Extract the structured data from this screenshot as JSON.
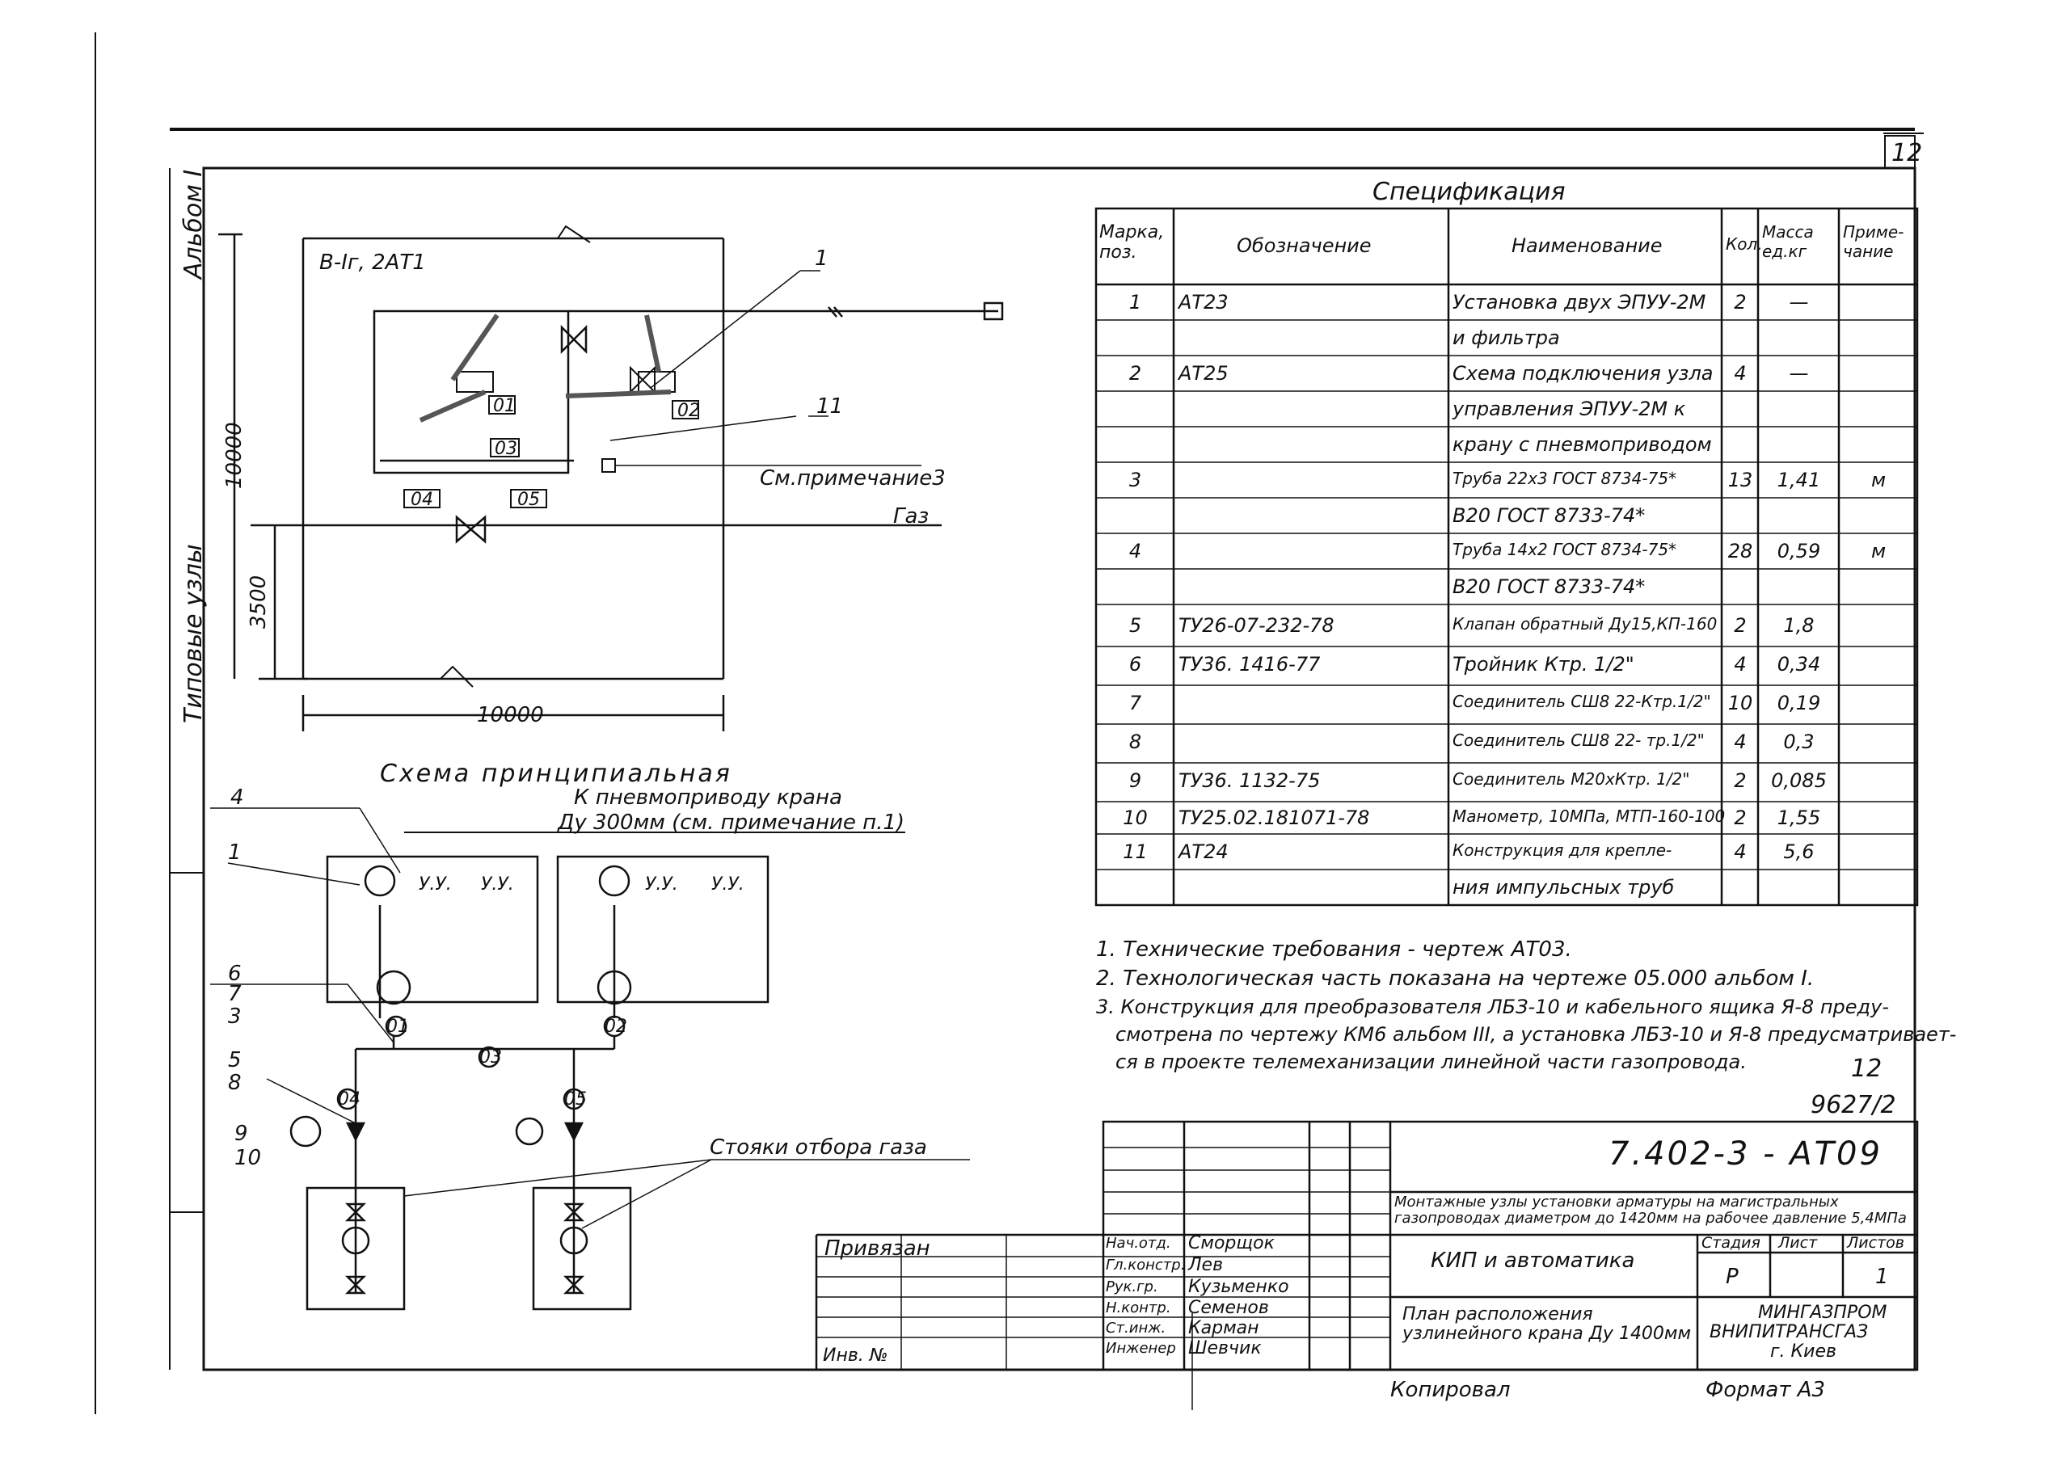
{
  "sheet_number": "12",
  "album_label": "Альбом I",
  "side_label": "Типовые узлы",
  "plan": {
    "label": "В-Iг, 2АТ1",
    "dim_vertical_total": "10000",
    "dim_vertical_part": "3500",
    "dim_horizontal": "10000",
    "callout_1": "1",
    "callout_11": "11",
    "see_note": "См.примечание3",
    "gas": "Газ",
    "boxes": [
      "01",
      "02",
      "03",
      "04",
      "05"
    ]
  },
  "schematic": {
    "title": "Схема принципиальная",
    "to_drive_line1": "К пневмоприводу крана",
    "to_drive_line2": "Ду 300мм (см. примечание п.1)",
    "unit_label": "У.У.",
    "riser_label": "Стояки отбора газа",
    "callouts": [
      "4",
      "1",
      "6",
      "7",
      "3",
      "5",
      "8",
      "9",
      "10"
    ],
    "circle_labels": [
      "01",
      "02",
      "03",
      "04",
      "05"
    ]
  },
  "spec": {
    "title": "Спецификация",
    "headers": [
      "Марка, поз.",
      "Обозначение",
      "Наименование",
      "Кол.",
      "Масса ед.кг",
      "Приме-чание"
    ],
    "rows": [
      {
        "pos": "1",
        "code": "АТ23",
        "name": "Установка двух ЭПУУ-2М",
        "qty": "2",
        "mass": "—",
        "note": ""
      },
      {
        "pos": "",
        "code": "",
        "name": "и фильтра",
        "qty": "",
        "mass": "",
        "note": ""
      },
      {
        "pos": "2",
        "code": "АТ25",
        "name": "Схема подключения узла",
        "qty": "4",
        "mass": "—",
        "note": ""
      },
      {
        "pos": "",
        "code": "",
        "name": "управления ЭПУУ-2М к",
        "qty": "",
        "mass": "",
        "note": ""
      },
      {
        "pos": "",
        "code": "",
        "name": "крану с пневмоприводом",
        "qty": "",
        "mass": "",
        "note": ""
      },
      {
        "pos": "3",
        "code": "",
        "name": "Труба 22х3 ГОСТ 8734-75*",
        "qty": "13",
        "mass": "1,41",
        "note": "м"
      },
      {
        "pos": "",
        "code": "",
        "name": "В20 ГОСТ 8733-74*",
        "qty": "",
        "mass": "",
        "note": ""
      },
      {
        "pos": "4",
        "code": "",
        "name": "Труба 14х2 ГОСТ 8734-75*",
        "qty": "28",
        "mass": "0,59",
        "note": "м"
      },
      {
        "pos": "",
        "code": "",
        "name": "В20 ГОСТ 8733-74*",
        "qty": "",
        "mass": "",
        "note": ""
      },
      {
        "pos": "5",
        "code": "ТУ26-07-232-78",
        "name": "Клапан обратный Ду15,КП-160",
        "qty": "2",
        "mass": "1,8",
        "note": ""
      },
      {
        "pos": "6",
        "code": "ТУ36. 1416-77",
        "name": "Тройник Ктр. 1/2\"",
        "qty": "4",
        "mass": "0,34",
        "note": ""
      },
      {
        "pos": "7",
        "code": "",
        "name": "Соединитель СШ8 22-Ктр.1/2\"",
        "qty": "10",
        "mass": "0,19",
        "note": ""
      },
      {
        "pos": "8",
        "code": "",
        "name": "Соединитель СШ8 22- тр.1/2\"",
        "qty": "4",
        "mass": "0,3",
        "note": ""
      },
      {
        "pos": "9",
        "code": "ТУ36. 1132-75",
        "name": "Соединитель М20хКтр. 1/2\"",
        "qty": "2",
        "mass": "0,085",
        "note": ""
      },
      {
        "pos": "10",
        "code": "ТУ25.02.181071-78",
        "name": "Манометр, 10МПа, МТП-160-100",
        "qty": "2",
        "mass": "1,55",
        "note": ""
      },
      {
        "pos": "11",
        "code": "АТ24",
        "name": "Конструкция для крепле-",
        "qty": "4",
        "mass": "5,6",
        "note": ""
      },
      {
        "pos": "",
        "code": "",
        "name": "ния импульсных труб",
        "qty": "",
        "mass": "",
        "note": ""
      }
    ]
  },
  "notes": [
    "1. Технические требования - чертеж АТ03.",
    "2. Технологическая часть показана на чертеже 05.000 альбом I.",
    "3. Конструкция для преобразователя ЛБЗ-10 и кабельного ящика Я-8 преду-",
    "смотрена по чертежу КМ6 альбом III, а установка ЛБЗ-10 и Я-8 предусматривает-",
    "ся в проекте телемеханизации линейной части газопровода."
  ],
  "marks": {
    "page_mark": "12",
    "doc_number": "9627/2"
  },
  "title_block": {
    "code": "7.402-3 - АТ09",
    "description": "Монтажные узлы установки арматуры на магистральных газопроводах диаметром до 1420мм на рабочее давление 5,4МПа",
    "section": "КИП и автоматика",
    "sheet_title": "План расположения узлинейного крана Ду 1400мм",
    "stage_header": "Стадия",
    "sheet_header": "Лист",
    "sheets_header": "Листов",
    "stage": "Р",
    "sheets_total": "1",
    "org_line1": "МИНГАЗПРОМ",
    "org_line2": "ВНИПИТРАНСГАЗ",
    "org_line3": "г. Киев",
    "bound": "Привязан",
    "inv": "Инв. №",
    "roles": [
      "Нач.отд.",
      "Гл.констр.",
      "Рук.гр.",
      "Н.контр.",
      "Ст.инж.",
      "Инженер"
    ],
    "names": [
      "Сморщок",
      "Лев",
      "Кузьменко",
      "Семенов",
      "Карман",
      "Шевчик"
    ],
    "copied": "Копировал",
    "format": "Формат А3"
  }
}
